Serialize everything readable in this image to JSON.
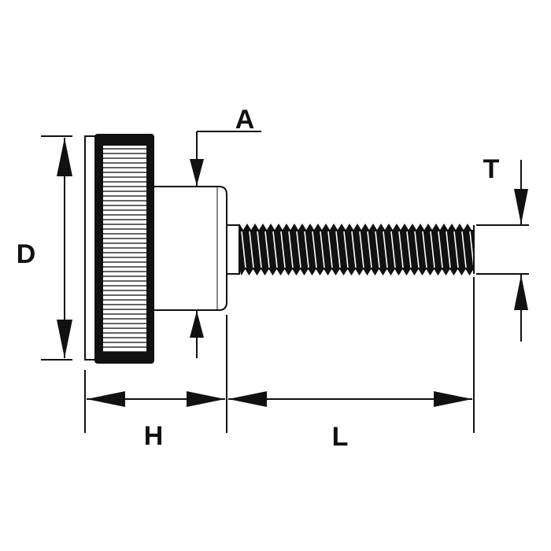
{
  "diagram": {
    "labels": {
      "a": "A",
      "d": "D",
      "h": "H",
      "l": "L",
      "t": "T"
    },
    "colors": {
      "ink": "#111111",
      "background": "#ffffff"
    }
  }
}
